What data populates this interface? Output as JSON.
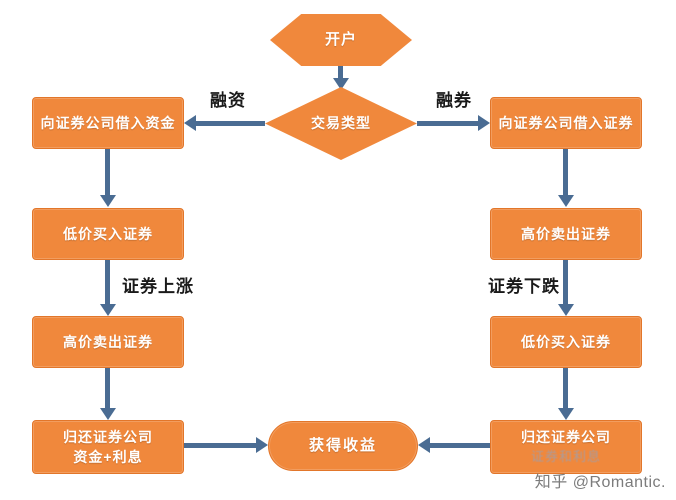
{
  "colors": {
    "shape_fill": "#F0883C",
    "shape_border": "#E2762A",
    "arrow": "#4A6C93",
    "text_on_shape": "#FFFFFF",
    "label_text": "#1A1A1A",
    "watermark_text": "#7C7C7C"
  },
  "flow": {
    "start": "开户",
    "decision": "交易类型",
    "branch_left": "融资",
    "branch_right": "融券",
    "left_steps": [
      "向证券公司借入资金",
      "低价买入证券",
      "高价卖出证券"
    ],
    "left_mid_label": "证券上涨",
    "left_final": [
      "归还证券公司",
      "资金+利息"
    ],
    "right_steps": [
      "向证券公司借入证券",
      "高价卖出证券",
      "低价买入证券"
    ],
    "right_mid_label": "证券下跌",
    "right_final": [
      "归还证券公司",
      "证券和利息"
    ],
    "end": "获得收益"
  },
  "watermark": "知乎 @Romantic."
}
